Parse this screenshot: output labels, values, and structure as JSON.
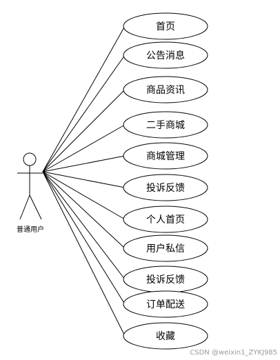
{
  "actor": {
    "label": "普通用户"
  },
  "use_cases": [
    {
      "label": "首页"
    },
    {
      "label": "公告消息"
    },
    {
      "label": "商品资讯"
    },
    {
      "label": "二手商城"
    },
    {
      "label": "商城管理"
    },
    {
      "label": "投诉反馈"
    },
    {
      "label": "个人首页"
    },
    {
      "label": "用户私信"
    },
    {
      "label": "投诉反馈"
    },
    {
      "label": "订单配送"
    },
    {
      "label": "收藏"
    }
  ],
  "watermark": "CSDN @weixin1_ZYKJ985"
}
